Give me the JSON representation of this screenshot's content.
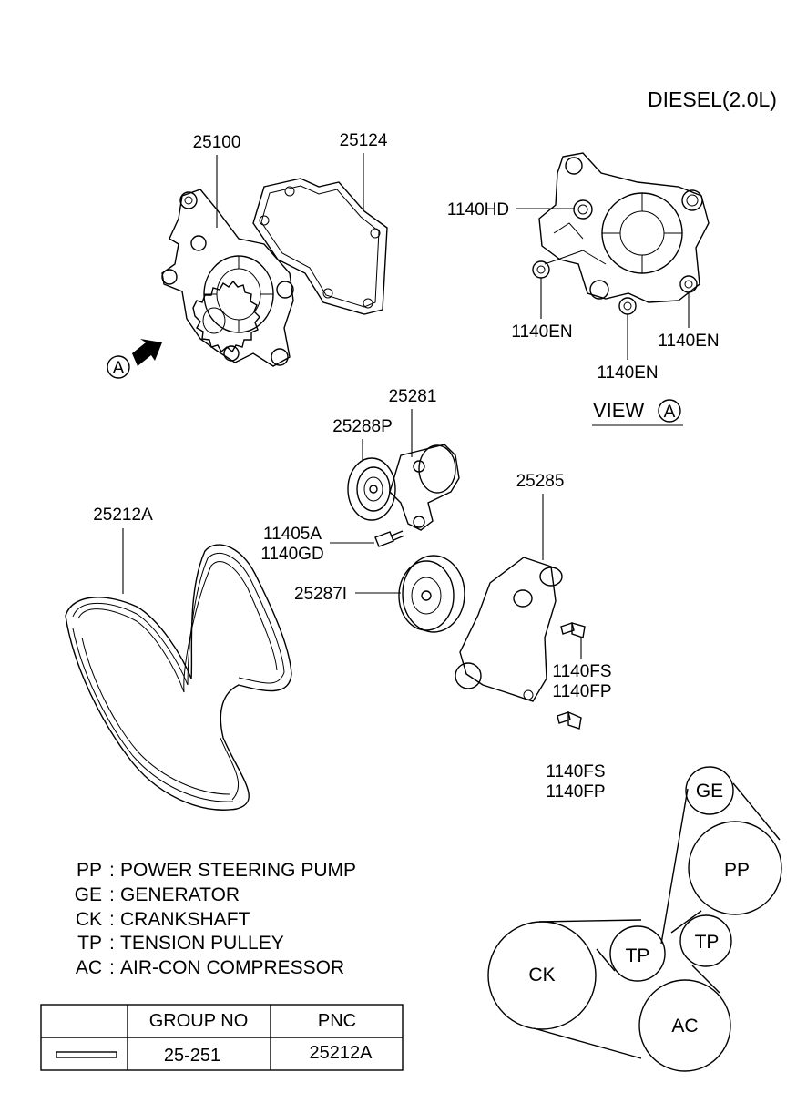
{
  "title": "DIESEL(2.0L)",
  "view_label": "VIEW",
  "view_ref": "A",
  "arrow_ref": "A",
  "part_labels": {
    "p25100": "25100",
    "p25124": "25124",
    "p1140HD": "1140HD",
    "p1140EN_a": "1140EN",
    "p1140EN_b": "1140EN",
    "p1140EN_c": "1140EN",
    "p25281": "25281",
    "p25288P": "25288P",
    "p25212A": "25212A",
    "p11405A": "11405A",
    "p1140GD": "1140GD",
    "p25287I": "25287I",
    "p25285": "25285",
    "p1140FS_a": "1140FS",
    "p1140FP_a": "1140FP",
    "p1140FS_b": "1140FS",
    "p1140FP_b": "1140FP"
  },
  "legend": [
    {
      "code": "PP",
      "desc": "POWER STEERING PUMP"
    },
    {
      "code": "GE",
      "desc": "GENERATOR"
    },
    {
      "code": "CK",
      "desc": "CRANKSHAFT"
    },
    {
      "code": "TP",
      "desc": "TENSION PULLEY"
    },
    {
      "code": "AC",
      "desc": "AIR-CON COMPRESSOR"
    }
  ],
  "table": {
    "headers": [
      "",
      "GROUP NO",
      "PNC"
    ],
    "row": {
      "group_no": "25-251",
      "pnc": "25212A"
    }
  },
  "pulleys": {
    "ge": "GE",
    "pp": "PP",
    "tp1": "TP",
    "tp2": "TP",
    "ck": "CK",
    "ac": "AC"
  }
}
